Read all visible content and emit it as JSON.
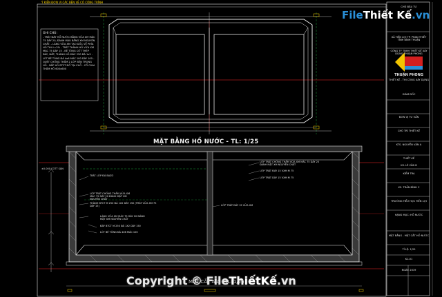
{
  "top_banner": "Ý KIẾN ĐƠN VỊ CÁC BÊN VỀ CÔ CÔNG TRÌNH",
  "page_title": "MẶT BẰNG HỒ NƯỚC - TL: 1/25",
  "notes": {
    "title": "GHI CHÚ:",
    "body": "- TRÁT ĐÁY HỒ NƯỚC BẰNG VỮA XM MÁC 75 DÀY 20, ĐÁNH MÀU BẰNG XM NGUYÊN CHẤT. - LÁNG VỮA XM TẠO DỐC VỀ PHÍA HỐ THU i=2% - TRÁT THÀNH HỒ VỮA XM MÁC 75 DÀY 15 - BÊ TÔNG CỐT THÉP ĐÁY, NẮP, THÀNH HỒ MÁC 250 ĐÁ 1x2 - LÓT BÊ TÔNG ĐÁ 4x6 MÁC 100 DÀY 100 - QUÉT CHỐNG THẤM 2 LỚP BÊN TRONG HỒ - NẮP HỒ BTCT ĐỔ TẠI CHỖ - CỔ CHAI THĂM HỒ 600x600"
  },
  "level_label": "±0.000 COTT SÀN",
  "callouts": [
    "TRÁT LỚP ĐÁ BAZO",
    "LỚP TRÁT CHỐNG THẤM VỮA XM MÁC 75 DÀY 20 ĐÁNH MẶT XM NGUYÊN CHẤT",
    "THÀNH BTCT M 250 ĐÁ 1X2 DÀY 150 (TRÁT VỮA XM 75 DÀY 15)",
    "LÁNG VỮA XM MÁC 75 DÀY 20 ĐÁNH MẶT XM NGUYÊN CHẤT",
    "ĐÁY BTCT M 250 ĐÁ 1X2 DÀY 150",
    "LÓT BÊ TÔNG ĐÁ 4X6 MÁC 100",
    "LỚP TRÁT CHỐNG THẤM VỮA XM MÁC 75 DÀY 20 ĐÁNH MẶT XM NGUYÊN CHẤT",
    "LỚP TRÁT ĐÁY 15 VXM M 75",
    "LỚP TRÁT DÀY 15 VXM M 75",
    "LỚP TRÁT ĐÁY 15 VỮA XM"
  ],
  "title_block": {
    "org_top": "CHỦ ĐẦU TƯ",
    "approver": "XÃ TIẾN LỢI TP. PHAN THIẾT TỈNH BÌNH THUẬN",
    "consultant": "CÔNG TY TNHH THIẾT KẾ XÂY DỰNG THUẬN PHONG",
    "brand": "THUẬN PHONG",
    "company_lines": "THIẾT KẾ - THI CÔNG XÂY DỰNG",
    "role1": "GIÁM ĐỐC",
    "name1": "ĐƠN VỊ TƯ VẤN",
    "role2": "CHỦ TRÌ THIẾT KẾ",
    "name2": "KTS. NGUYỄN VĂN A",
    "role3": "THIẾT KẾ",
    "name3": "KS. LÊ VĂN B",
    "role4": "KIỂM TRA",
    "name4": "KS. TRẦN ĐÌNH C",
    "project": "TRƯỜNG TIỂU HỌC TIẾN LỢI",
    "item": "HẠNG MỤC: HỒ NƯỚC",
    "drawing": "MẶT BẰNG - MẶT CẮT HỒ NƯỚC",
    "scale": "TỈ LỆ: 1/25",
    "sheet": "KC-01",
    "date": "NGÀY: 2019"
  },
  "brand_logo_text": {
    "main": "File",
    "accent": "Thiết Kế",
    "suffix": ".vn"
  },
  "watermark": {
    "prefix": "Copyright © ",
    "main": "File",
    "accent": "ThiếtKế",
    "suffix": ".vn"
  },
  "section_title": "MẶT CẮT A-A - TL: 1/25",
  "colors": {
    "background": "#000000",
    "line_white": "#e6e6e6",
    "line_red": "#ff2a2a",
    "line_yellow": "#ffd800",
    "line_green": "#22c94a",
    "hatch": "#b8b8b8",
    "brand_blue": "#2a8fd7",
    "brand_yellow": "#f2c400"
  }
}
